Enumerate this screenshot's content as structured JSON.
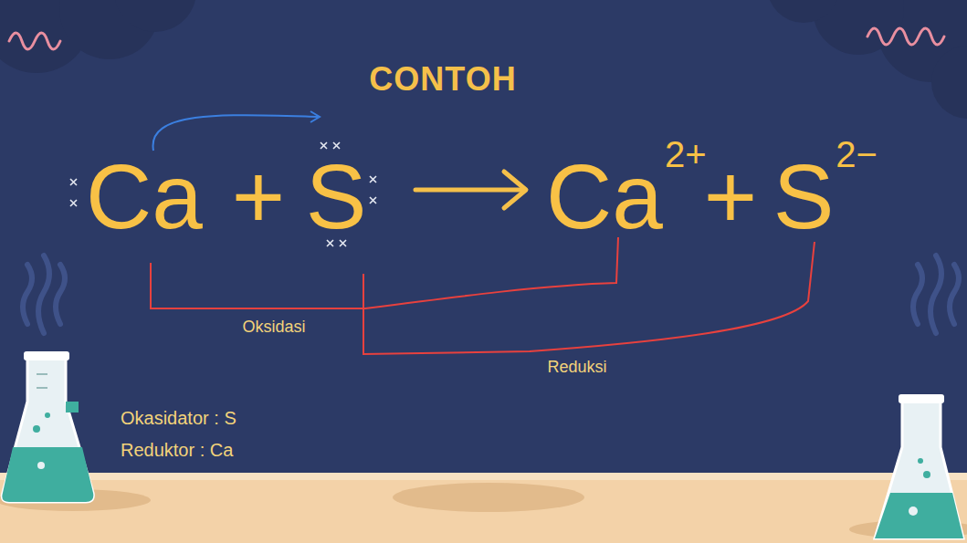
{
  "diagram": {
    "title": "CONTOH",
    "labels": [
      "Ca",
      "+",
      "S",
      "Ca",
      "2+",
      "+",
      "S",
      "2−",
      "Oksidasi",
      "Reduksi",
      "Okasidator : S",
      "Reduktor : Ca"
    ]
  }
}
